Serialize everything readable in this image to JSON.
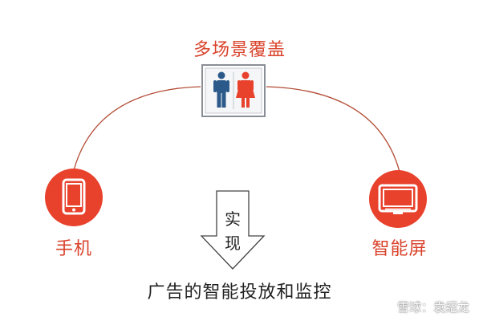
{
  "scenario_label": "多场景覆盖",
  "left_node": {
    "label": "手机",
    "icon": "phone-icon"
  },
  "right_node": {
    "label": "智能屏",
    "icon": "smart-screen-icon"
  },
  "center_icon": "restroom-sign-icon",
  "arrow_text": [
    "实",
    "现"
  ],
  "caption": "广告的智能投放和监控",
  "watermark": "雪球：袁绍龙",
  "colors": {
    "accent": "#e8412c",
    "arc": "#b24a33",
    "male": "#2b5a8a",
    "female": "#e8412c"
  }
}
